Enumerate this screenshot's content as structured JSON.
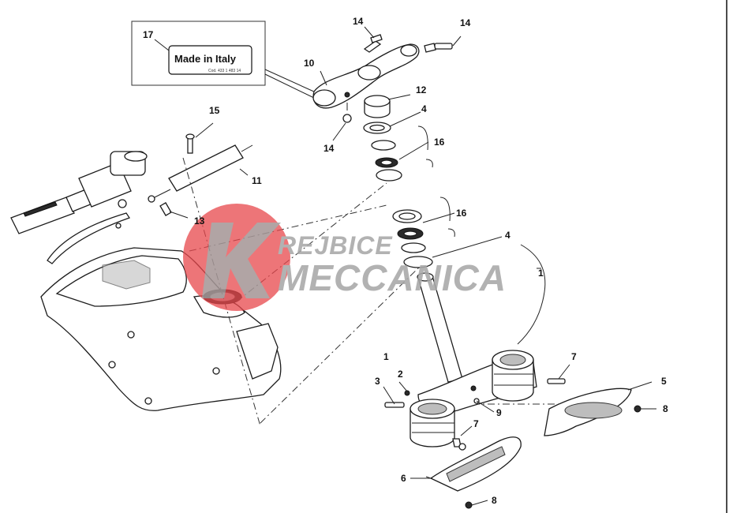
{
  "callouts": [
    {
      "id": "c17",
      "label": "17"
    },
    {
      "id": "c14a",
      "label": "14"
    },
    {
      "id": "c14b",
      "label": "14"
    },
    {
      "id": "c10",
      "label": "10"
    },
    {
      "id": "c12",
      "label": "12"
    },
    {
      "id": "c4a",
      "label": "4"
    },
    {
      "id": "c14c",
      "label": "14"
    },
    {
      "id": "c16a",
      "label": "16"
    },
    {
      "id": "c15",
      "label": "15"
    },
    {
      "id": "c11",
      "label": "11"
    },
    {
      "id": "c13",
      "label": "13"
    },
    {
      "id": "c16b",
      "label": "16"
    },
    {
      "id": "c4b",
      "label": "4"
    },
    {
      "id": "c1a",
      "label": "1"
    },
    {
      "id": "c1b",
      "label": "1"
    },
    {
      "id": "c7a",
      "label": "7"
    },
    {
      "id": "c2",
      "label": "2"
    },
    {
      "id": "c3",
      "label": "3"
    },
    {
      "id": "c5",
      "label": "5"
    },
    {
      "id": "c8a",
      "label": "8"
    },
    {
      "id": "c9",
      "label": "9"
    },
    {
      "id": "c7b",
      "label": "7"
    },
    {
      "id": "c6",
      "label": "6"
    },
    {
      "id": "c8b",
      "label": "8"
    }
  ],
  "label_plate": {
    "text": "Made in Italy",
    "code": "Cod. 433 1 483 14"
  },
  "watermark": {
    "line1": "REJBICE",
    "line2": "MECCANICA",
    "logo_color": "#e8474b"
  }
}
